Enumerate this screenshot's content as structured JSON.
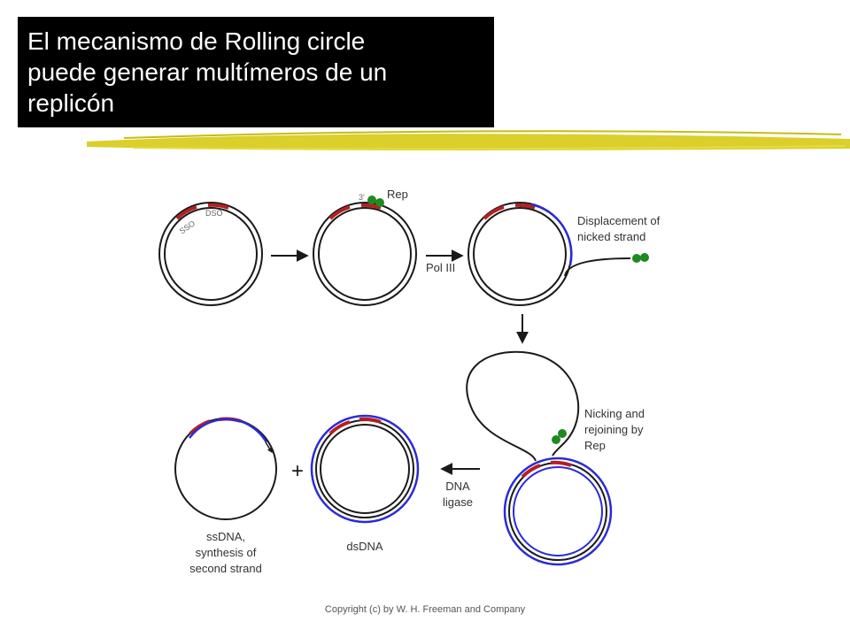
{
  "title": {
    "line1": "El mecanismo de Rolling circle",
    "line2": "puede generar multímeros de un",
    "line3": "replicón"
  },
  "labels": {
    "sso": "SSO",
    "dso": "DSO",
    "rep": "Rep",
    "three_prime": "3'",
    "pol3": "Pol III",
    "displacement_1": "Displacement of",
    "displacement_2": "nicked strand",
    "nicking_1": "Nicking and",
    "nicking_2": "rejoining by",
    "nicking_3": "Rep",
    "ligase_1": "DNA",
    "ligase_2": "ligase",
    "plus": "+",
    "ssdna_1": "ssDNA,",
    "ssdna_2": "synthesis of",
    "ssdna_3": "second strand",
    "dsdna": "dsDNA"
  },
  "colors": {
    "title_bg": "#000000",
    "title_text": "#ffffff",
    "highlight_stroke": "#d8cc20",
    "dna_black": "#1a1a1a",
    "new_strand_blue": "#2b2bd6",
    "origin_red": "#b52020",
    "rep_protein_green": "#1f8a1f"
  },
  "footer": {
    "copyright": "Copyright (c) by W. H. Freeman and Company"
  }
}
